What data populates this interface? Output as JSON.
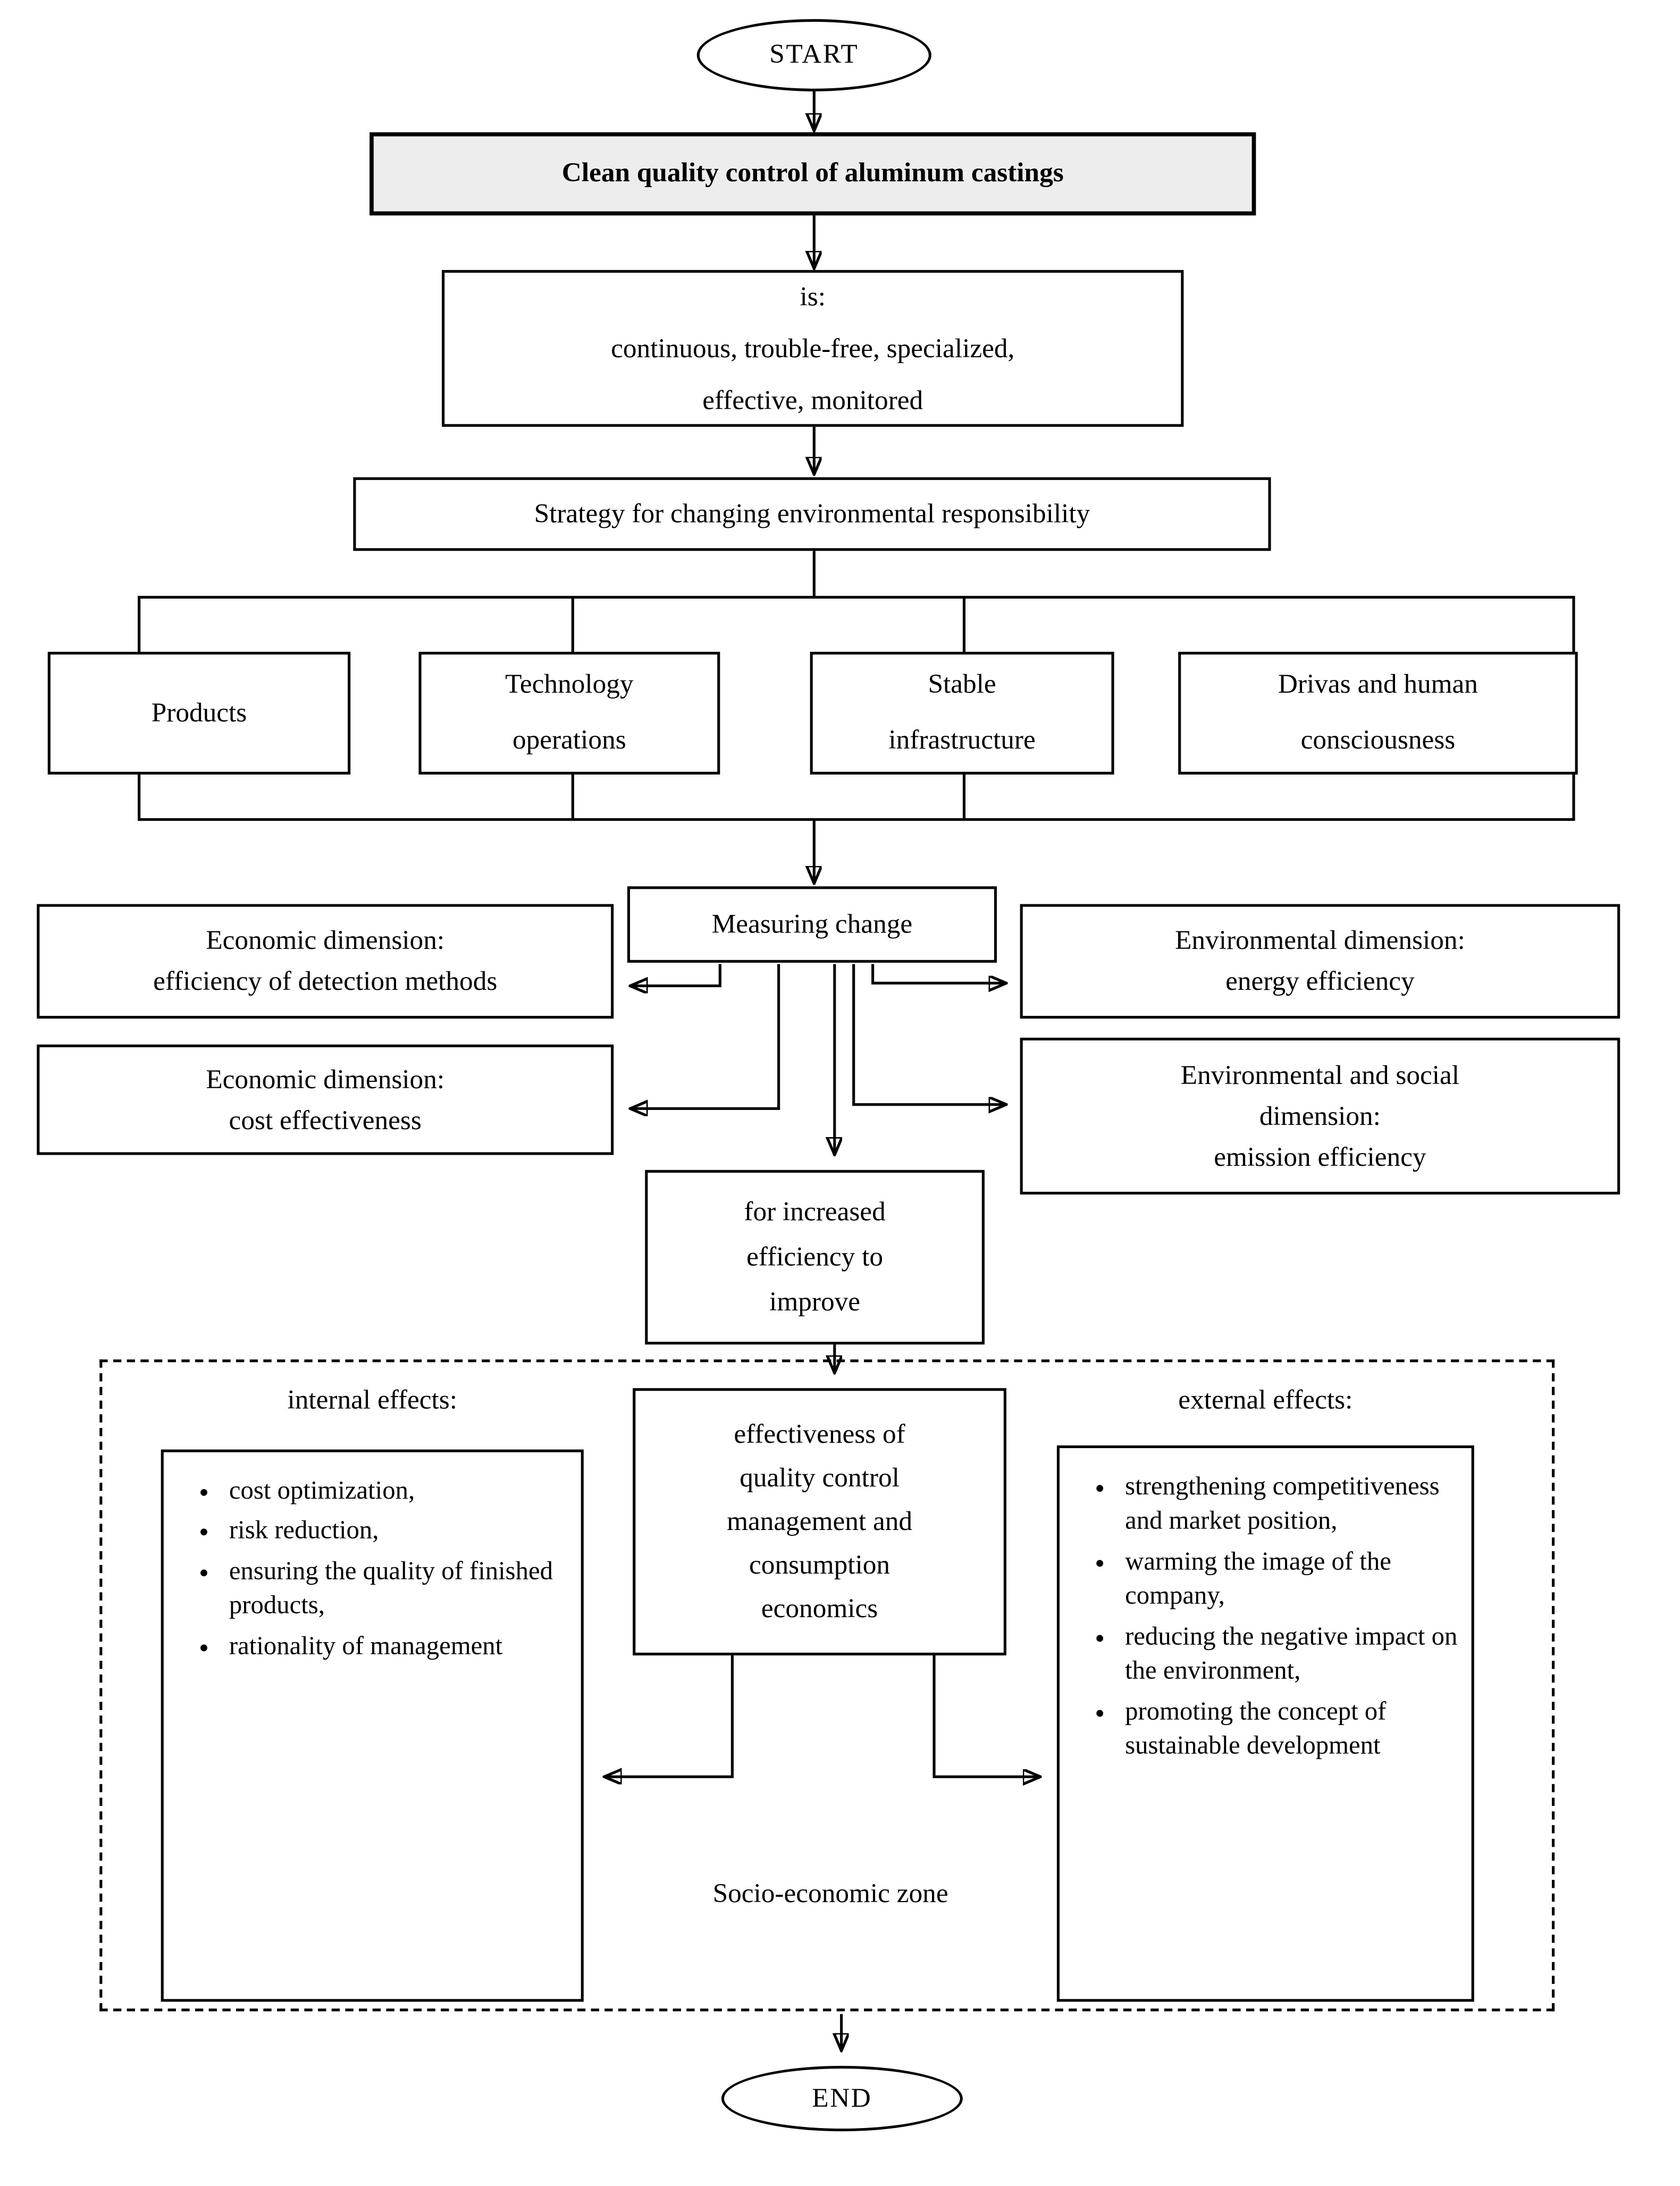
{
  "palette": {
    "ink": "#000000",
    "paper": "#ffffff",
    "title_fill": "#ededed"
  },
  "flow": {
    "start": "START",
    "title": "Clean quality control of aluminum castings",
    "is_box": "is:\ncontinuous, trouble-free, specialized,\neffective, monitored",
    "strategy": "Strategy for changing environmental responsibility",
    "pillars": [
      "Products",
      "Technology\noperations",
      "Stable\ninfrastructure",
      "Drivas and human\nconsciousness"
    ],
    "measuring": "Measuring change",
    "dimensions": {
      "econ_detection": "Economic dimension:\nefficiency of detection methods",
      "env_energy": "Environmental dimension:\nenergy efficiency",
      "econ_cost": "Economic dimension:\ncost effectiveness",
      "env_social_emission": "Environmental and social\ndimension:\nemission efficiency"
    },
    "for_increased": "for increased\nefficiency to\nimprove",
    "zone": {
      "internal_label": "internal effects:",
      "internal_items": [
        "cost optimization,",
        "risk reduction,",
        "ensuring the quality of finished products,",
        "rationality of management"
      ],
      "center_box": "effectiveness of\nquality control\nmanagement and\nconsumption\neconomics",
      "external_label": "external effects:",
      "external_items": [
        "strengthening competitiveness and market position,",
        "warming the image of the company,",
        "reducing the negative impact on the environment,",
        "promoting the concept of sustainable development"
      ],
      "zone_label": "Socio-economic zone"
    },
    "end": "END"
  }
}
